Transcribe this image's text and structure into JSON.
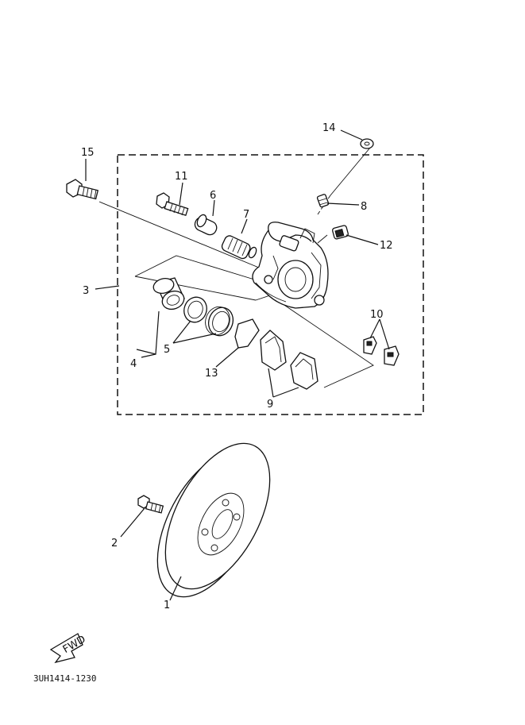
{
  "callouts": {
    "c1": "1",
    "c2": "2",
    "c3": "3",
    "c4": "4",
    "c5": "5",
    "c6": "6",
    "c7": "7",
    "c8": "8",
    "c9": "9",
    "c10": "10",
    "c11": "11",
    "c12": "12",
    "c13": "13",
    "c14": "14",
    "c15": "15"
  },
  "fwd_label": "FWD",
  "diagram_code": "3UH1414-1230"
}
